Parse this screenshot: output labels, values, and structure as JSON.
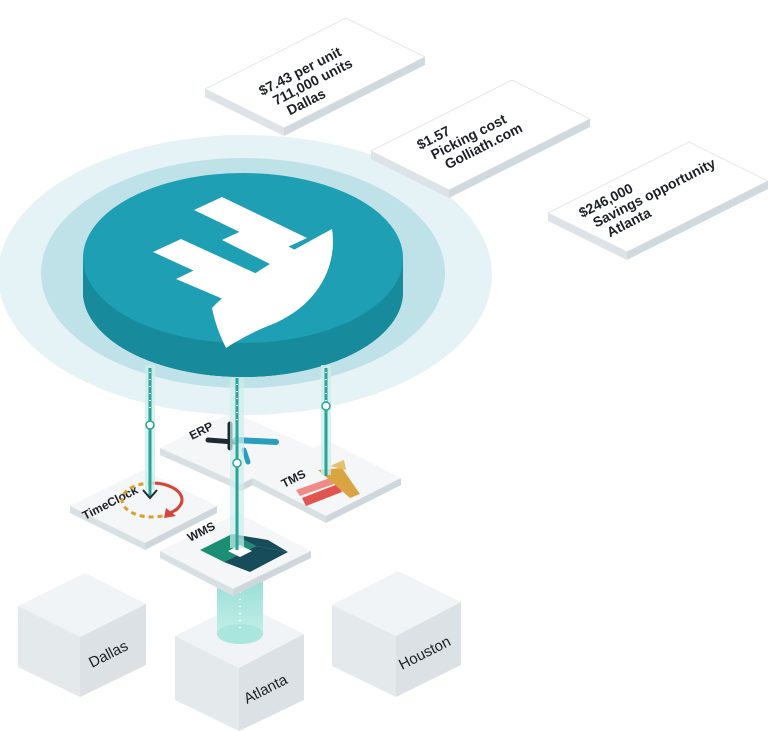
{
  "info_cards": [
    {
      "lines": [
        "$7.43 per unit",
        "711,000 units",
        "Dallas"
      ]
    },
    {
      "lines": [
        "$1.57",
        "Picking cost",
        "Golliath.com"
      ]
    },
    {
      "lines": [
        "$246,000",
        "Savings opportunity",
        "Atlanta"
      ]
    }
  ],
  "systems": {
    "erp": "ERP",
    "timeclock": "TimeClock",
    "tms": "TMS",
    "wms": "WMS"
  },
  "locations": {
    "dallas": "Dallas",
    "atlanta": "Atlanta",
    "houston": "Houston"
  },
  "colors": {
    "platform_top": "#1e9fb3",
    "platform_side": "#16889b",
    "halo_outer": "#e6f3f6",
    "halo_inner": "#bfe1e8",
    "connector": "#2aa39a",
    "wms_green": "#1a8f73",
    "wms_dark": "#174c5b",
    "tms_red": "#e2554f",
    "tms_gold": "#d9a441",
    "clock_red": "#d4463b",
    "clock_gold": "#d7a02e"
  },
  "icons": [
    "logo-icon",
    "erp-cross-icon",
    "clock-icon",
    "tms-icon",
    "wms-icon"
  ]
}
